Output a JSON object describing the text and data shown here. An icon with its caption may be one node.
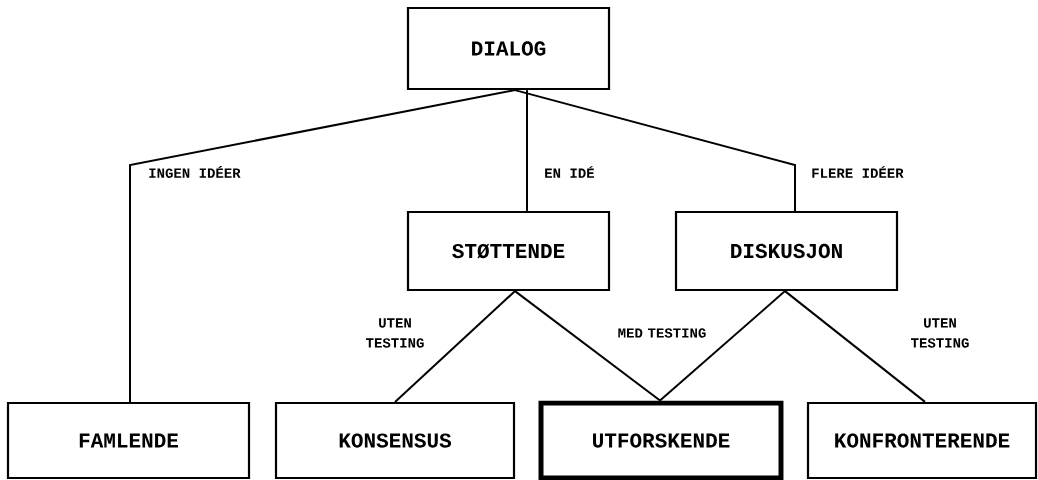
{
  "diagram": {
    "nodes": [
      {
        "text": [
          "DIALOG"
        ]
      },
      {
        "text": [
          "STØTTENDE"
        ]
      },
      {
        "text": [
          "DISKUSJON"
        ]
      },
      {
        "text": [
          "FAMLENDE"
        ]
      },
      {
        "text": [
          "KONSENSUS"
        ]
      },
      {
        "text": [
          "UTFORSKENDE"
        ]
      },
      {
        "text": [
          "KONFRONTERENDE"
        ]
      }
    ],
    "edges": [
      {
        "from": 0,
        "to": 3,
        "arrow": "none",
        "label": "INGEN IDÉER"
      },
      {
        "from": 0,
        "to": 1,
        "arrow": "none",
        "label": "EN IDÉ"
      },
      {
        "from": 0,
        "to": 2,
        "arrow": "none",
        "label": "FLERE IDÉER"
      },
      {
        "from": 1,
        "to": 4,
        "arrow": "none",
        "label": "UTEN TESTING"
      },
      {
        "from": 1,
        "to": 5,
        "arrow": "none",
        "label": "MED TESTING"
      },
      {
        "from": 2,
        "to": 5,
        "arrow": "none"
      },
      {
        "from": 2,
        "to": 6,
        "arrow": "none",
        "label": "UTEN TESTING"
      }
    ]
  }
}
